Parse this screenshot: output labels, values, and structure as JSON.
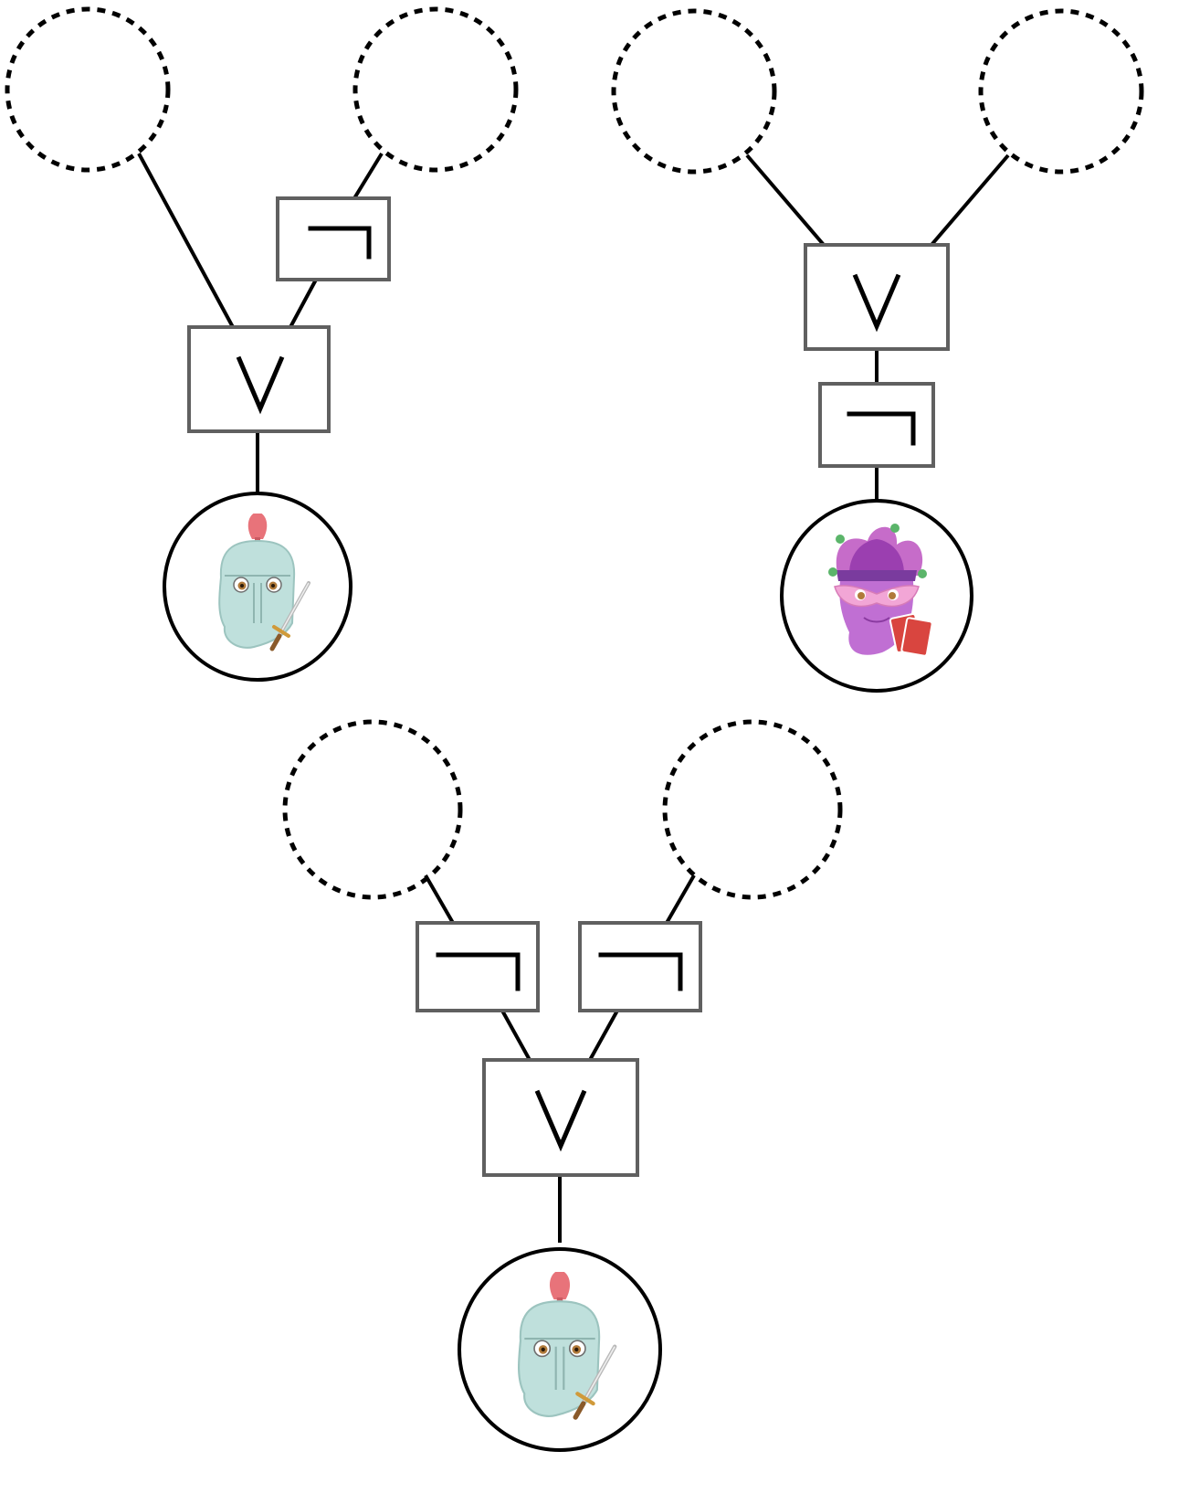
{
  "diagrams": [
    {
      "gates": [
        {
          "kind": "not"
        },
        {
          "kind": "or",
          "symbol": "∨"
        }
      ],
      "inputs": [
        "empty-slot",
        "empty-slot"
      ],
      "output": {
        "character": "knight",
        "icon": "knight-helmet-icon"
      }
    },
    {
      "gates": [
        {
          "kind": "or",
          "symbol": "∨"
        },
        {
          "kind": "not"
        }
      ],
      "inputs": [
        "empty-slot",
        "empty-slot"
      ],
      "output": {
        "character": "jester",
        "icon": "jester-mask-icon"
      }
    },
    {
      "gates": [
        {
          "kind": "not"
        },
        {
          "kind": "not"
        },
        {
          "kind": "or",
          "symbol": "∨"
        }
      ],
      "inputs": [
        "empty-slot",
        "empty-slot"
      ],
      "output": {
        "character": "knight",
        "icon": "knight-helmet-icon"
      }
    }
  ],
  "colors": {
    "line": "#000000",
    "gate_border": "#606060",
    "knight_helmet": "#bfe0dc",
    "knight_plume": "#e8737a",
    "jester_body": "#c66cc9",
    "jester_mask": "#f2a6d6",
    "jester_cards": "#d9453f"
  }
}
